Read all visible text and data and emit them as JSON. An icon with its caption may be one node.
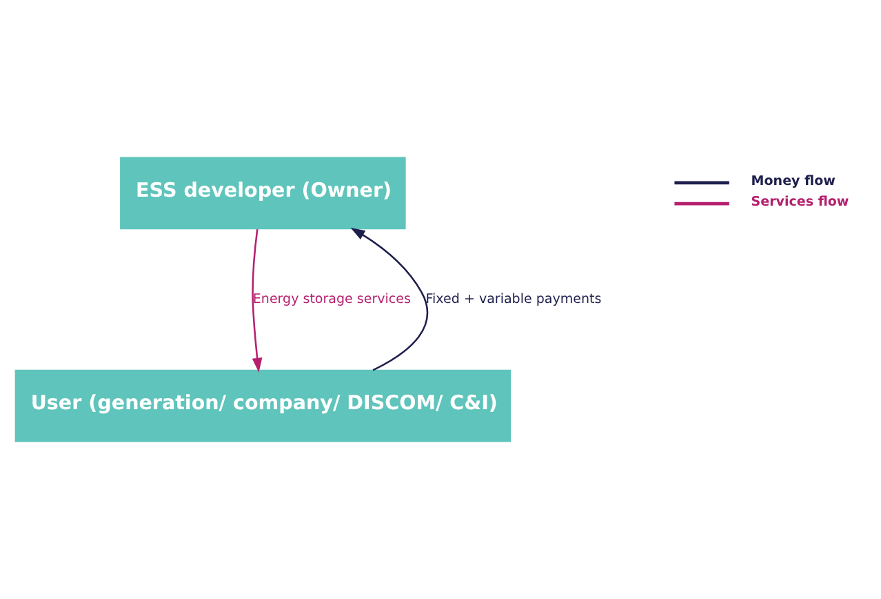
{
  "diagram": {
    "nodes": [
      {
        "text": [
          "ESS developer (Owner)"
        ]
      },
      {
        "text": [
          "User (generation/ company/ DISCOM/ C&I)"
        ]
      }
    ],
    "edges": [
      {
        "from": 0,
        "to": 1,
        "arrow": "to",
        "label": "Energy storage services",
        "color": "#b5206e"
      },
      {
        "from": 1,
        "to": 0,
        "arrow": "to",
        "label": "Fixed + variable payments",
        "color": "#1f1f4e"
      }
    ],
    "legend": [
      {
        "text": "Money flow",
        "color": "#1f1f4e"
      },
      {
        "text": "Services flow",
        "color": "#b5206e"
      }
    ]
  }
}
